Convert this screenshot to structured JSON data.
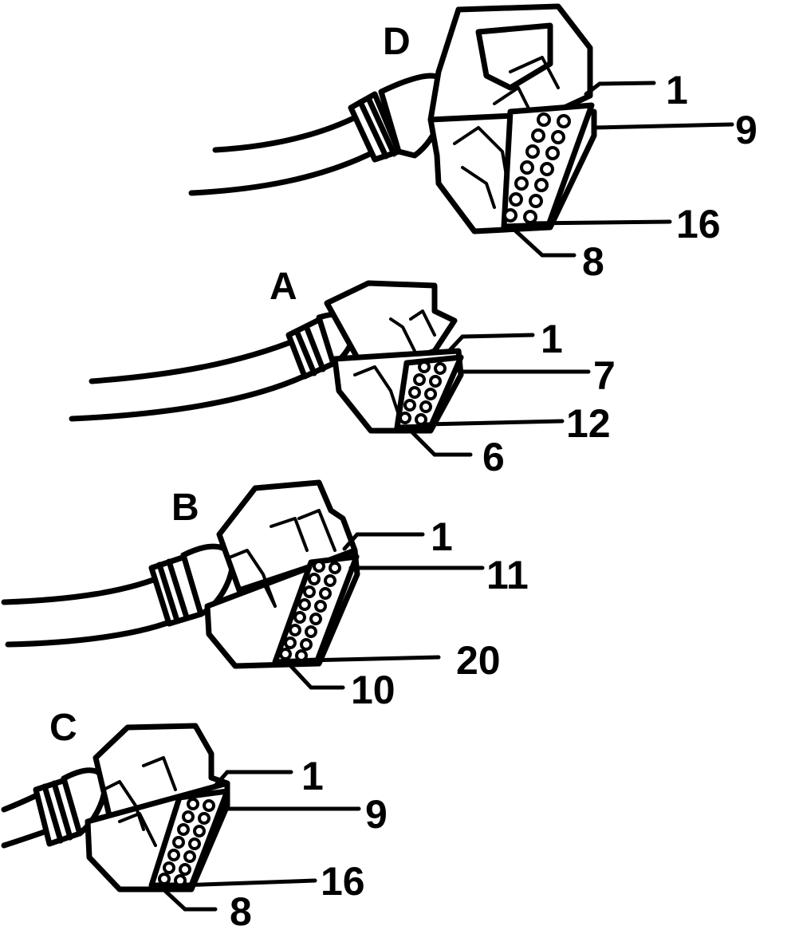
{
  "connectors": {
    "d": {
      "name": "D",
      "pins": {
        "top_left": "1",
        "top_right": "9",
        "bottom_right": "16",
        "bottom_left": "8"
      }
    },
    "a": {
      "name": "A",
      "pins": {
        "top_left": "1",
        "top_right": "7",
        "bottom_right": "12",
        "bottom_left": "6"
      }
    },
    "b": {
      "name": "B",
      "pins": {
        "top_left": "1",
        "top_right": "11",
        "bottom_right": "20",
        "bottom_left": "10"
      }
    },
    "c": {
      "name": "C",
      "pins": {
        "top_left": "1",
        "top_right": "9",
        "bottom_right": "16",
        "bottom_left": "8"
      }
    }
  },
  "colors": {
    "ink": "#000000",
    "paper": "#ffffff"
  }
}
